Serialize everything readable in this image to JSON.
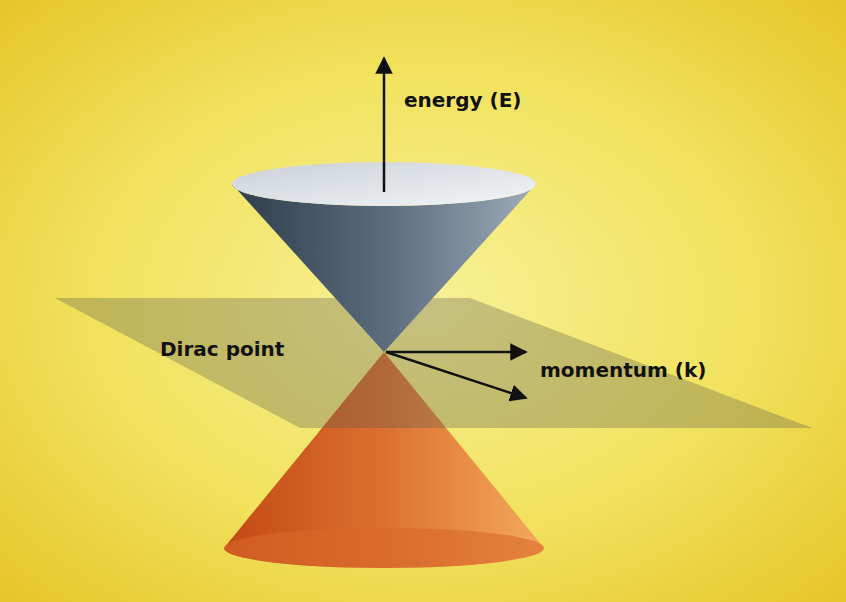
{
  "diagram": {
    "labels": [
      "energy (E)",
      "Dirac point",
      "momentum (k)"
    ]
  }
}
